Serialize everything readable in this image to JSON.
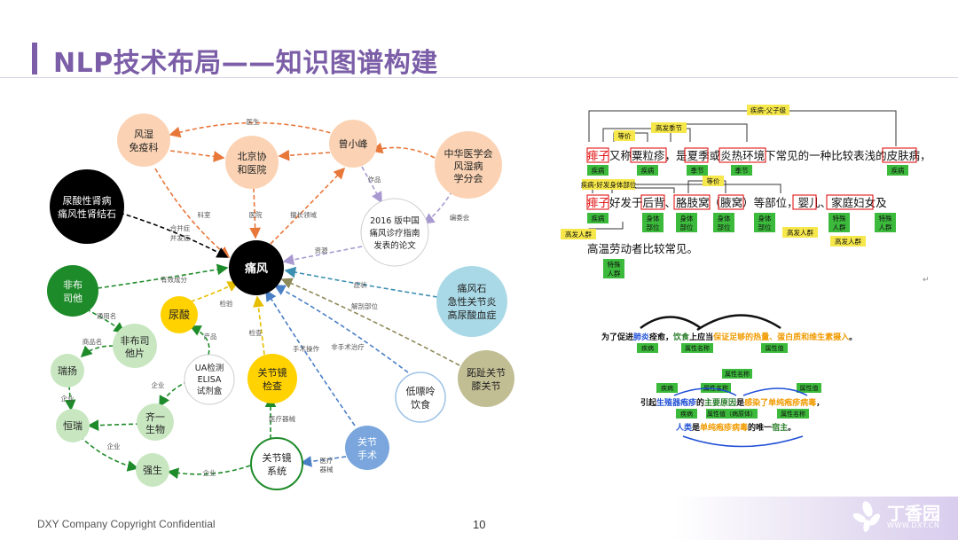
{
  "slide": {
    "title": "NLP技术布局——知识图谱构建",
    "footer": "DXY Company Copyright Confidential",
    "page_number": "10",
    "logo_text": "丁香园",
    "logo_url": "WWW.DXY.CN",
    "colors": {
      "title": "#7b5ea7",
      "peach": "#fbd3b4",
      "black": "#000000",
      "green": "#1e8b2a",
      "yellow": "#ffd200",
      "teal": "#a9d9e6",
      "khaki": "#c2be94",
      "blue": "#7aa6dd",
      "light_green": "#c8e7c1"
    }
  },
  "graph": {
    "nodes": [
      {
        "id": "fengshi",
        "lines": [
          "风湿",
          "免疫科"
        ]
      },
      {
        "id": "xiehe",
        "lines": [
          "北京协",
          "和医院"
        ]
      },
      {
        "id": "zeng",
        "lines": [
          "曾小峰"
        ]
      },
      {
        "id": "zhonghua",
        "lines": [
          "中华医学会",
          "风湿病",
          "学分会"
        ]
      },
      {
        "id": "niaosuan_shen",
        "lines": [
          "尿酸性肾病",
          "痛风性肾结石"
        ]
      },
      {
        "id": "guide",
        "lines": [
          "2016 版中国",
          "痛风诊疗指南",
          "发表的论文"
        ]
      },
      {
        "id": "tongfeng",
        "lines": [
          "痛风"
        ]
      },
      {
        "id": "feibu",
        "lines": [
          "非布",
          "司他"
        ]
      },
      {
        "id": "niaosuan",
        "lines": [
          "尿酸"
        ]
      },
      {
        "id": "feibu_pian",
        "lines": [
          "非布司",
          "他片"
        ]
      },
      {
        "id": "ruiyang",
        "lines": [
          "瑞扬"
        ]
      },
      {
        "id": "hengrui",
        "lines": [
          "恒瑞"
        ]
      },
      {
        "id": "qiyi",
        "lines": [
          "齐一",
          "生物"
        ]
      },
      {
        "id": "qiangsheng",
        "lines": [
          "强生"
        ]
      },
      {
        "id": "ua",
        "lines": [
          "UA检测",
          "ELISA",
          "试剂盒"
        ]
      },
      {
        "id": "guanjiejing_jc",
        "lines": [
          "关节镜",
          "检查"
        ]
      },
      {
        "id": "guanjiejing_xt",
        "lines": [
          "关节镜",
          "系统"
        ]
      },
      {
        "id": "guanjie_ss",
        "lines": [
          "关节",
          "手术"
        ]
      },
      {
        "id": "dipiao",
        "lines": [
          "低嘌呤",
          "饮食"
        ]
      },
      {
        "id": "zhitui",
        "lines": [
          "跖趾关节",
          "膝关节"
        ]
      },
      {
        "id": "tongfengshi",
        "lines": [
          "痛风石",
          "急性关节炎",
          "高尿酸血症"
        ]
      }
    ],
    "edge_labels": {
      "yisheng": "医生",
      "zuopin": "作品",
      "keshi": "科室",
      "yiyuan": "医院",
      "shanchang": "擅长领域",
      "bianweihui": "编委会",
      "hebing": "合并症",
      "bingfa": "并发症",
      "ziyuan": "资源",
      "youxiao": "有效成分",
      "jianyan": "检验",
      "zhengzhuang": "症状",
      "jiepou": "解剖部位",
      "tongyong": "通用名",
      "shangpin": "商品名",
      "chanpin": "产品",
      "jiancha": "检查",
      "shoushu_caozuo": "手术操作",
      "fei_shoushu": "非手术治疗",
      "qiye": "企业",
      "yiliao_qixie": "医疗器械",
      "yiliao": "医疗",
      "qixie": "器械"
    }
  },
  "annotation_top": {
    "sentence1_parts": [
      "痱子",
      "又称",
      "粟粒疹",
      "，是",
      "夏季",
      "或",
      "炎热环境",
      "下常见的一种比较表浅的",
      "皮肤病",
      "，"
    ],
    "sentence2_parts": [
      "痱子",
      "好发于",
      "后背",
      "、",
      "胳肢窝",
      "（",
      "腋窝",
      "）等部位，",
      "婴儿",
      "、",
      "家庭妇女",
      "及"
    ],
    "sentence3": "高温劳动者比较常见。",
    "relations": [
      "疾病-父子级",
      "高发季节",
      "等价",
      "疾病-好发身体部位",
      "等价",
      "高发人群"
    ],
    "tags": [
      "疾病",
      "疾病",
      "季节",
      "季节",
      "疾病",
      "疾病",
      "身体部位",
      "身体部位",
      "身体部位",
      "身体部位",
      "高发人群",
      "特殊人群",
      "特殊人群",
      "高发人群",
      "特殊人群"
    ]
  },
  "annotation_bottom": {
    "s1": [
      "为了促进",
      "肺炎",
      "痊愈，",
      "饮食",
      "上应当",
      "保证足够的热量、蛋白质和维生素摄入",
      "。"
    ],
    "s1_tags": [
      "疾病",
      "属性名称",
      "属性值"
    ],
    "s2": [
      "引起",
      "生殖器疱疹",
      "的",
      "主要原因",
      "是",
      "感染了单纯疱疹病毒",
      "，"
    ],
    "s3": [
      "人类",
      "是",
      "单纯疱疹病毒",
      "的唯一",
      "宿主",
      "。"
    ],
    "s2_tags": [
      "疾病",
      "属性名称",
      "属性值",
      "疾病",
      "属性值（病原体）",
      "属性名称"
    ]
  }
}
